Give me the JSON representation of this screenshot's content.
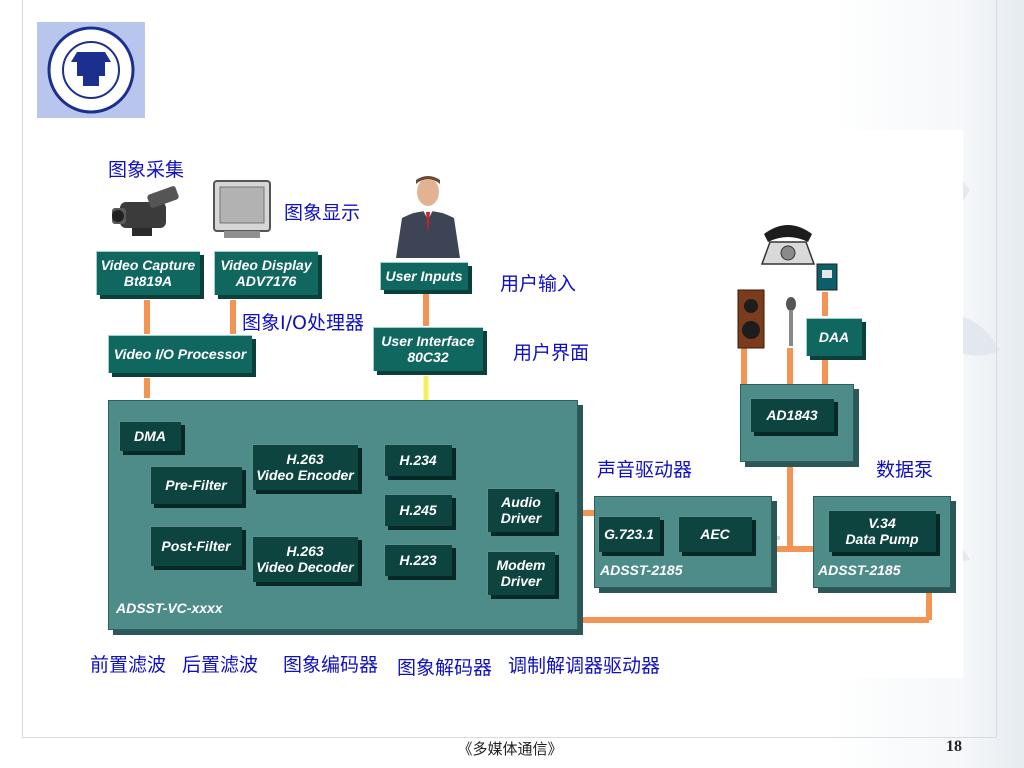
{
  "labels": {
    "capture": "图象采集",
    "display": "图象显示",
    "io_processor": "图象I/O处理器",
    "user_input": "用户输入",
    "user_interface": "用户界面",
    "audio_driver": "声音驱动器",
    "data_pump": "数据泵",
    "pre_filter": "前置滤波",
    "post_filter": "后置滤波",
    "encoder": "图象编码器",
    "decoder": "图象解码器",
    "modem_driver": "调制解调器驱动器"
  },
  "blocks": {
    "video_capture": [
      "Video Capture",
      "Bt819A"
    ],
    "video_display": [
      "Video Display",
      "ADV7176"
    ],
    "user_inputs": "User Inputs",
    "user_interface": [
      "User Interface",
      "80C32"
    ],
    "video_io": "Video I/O Processor",
    "dma": "DMA",
    "pre_filter": "Pre-Filter",
    "post_filter": "Post-Filter",
    "h263_encoder": [
      "H.263",
      "Video Encoder"
    ],
    "h263_decoder": [
      "H.263",
      "Video Decoder"
    ],
    "h234": "H.234",
    "h245": "H.245",
    "h223": "H.223",
    "audio_driver": [
      "Audio",
      "Driver"
    ],
    "modem_driver": [
      "Modem",
      "Driver"
    ],
    "g7231": "G.723.1",
    "aec": "AEC",
    "ad1843": "AD1843",
    "daa": "DAA",
    "v34": [
      "V.34",
      "Data Pump"
    ]
  },
  "panels": {
    "main": "ADSST-VC-xxxx",
    "audio": "ADSST-2185",
    "modem": "ADSST-2185"
  },
  "footer": {
    "title": "《多媒体通信》",
    "page": "18"
  },
  "colors": {
    "label_blue": "#1010c0",
    "block_green": "#10675f",
    "panel_teal": "#4e8c8a",
    "link_orange": "#f39454",
    "link_yellow": "#f7ef5a"
  },
  "icons": [
    "university-seal-icon",
    "camcorder-icon",
    "monitor-icon",
    "presenter-icon",
    "telephone-icon",
    "speaker-icon",
    "microphone-icon",
    "phone-jack-icon"
  ]
}
